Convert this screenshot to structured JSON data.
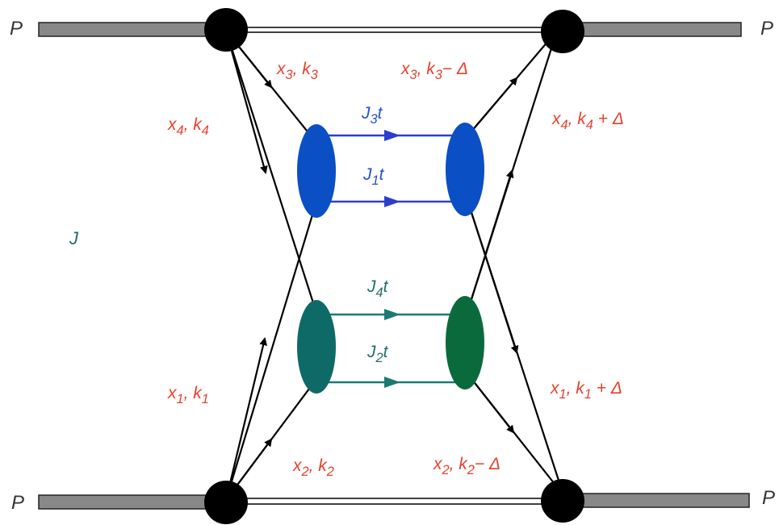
{
  "protons": {
    "top_left": "P",
    "top_right": "P",
    "bottom_left": "P",
    "bottom_right": "P"
  },
  "center_label": "J",
  "parton_labels": {
    "x3k3": {
      "x": "x",
      "xsub": "3",
      "sep": ", ",
      "k": "k",
      "ksub": "3",
      "suffix": ""
    },
    "x4k4": {
      "x": "x",
      "xsub": "4",
      "sep": ", ",
      "k": "k",
      "ksub": "4",
      "suffix": ""
    },
    "x1k1": {
      "x": "x",
      "xsub": "1",
      "sep": ", ",
      "k": "k",
      "ksub": "1",
      "suffix": ""
    },
    "x2k2": {
      "x": "x",
      "xsub": "2",
      "sep": ", ",
      "k": "k",
      "ksub": "2",
      "suffix": ""
    },
    "x3k3d": {
      "x": "x",
      "xsub": "3",
      "sep": ", ",
      "k": "k",
      "ksub": "3",
      "suffix": "− Δ"
    },
    "x4k4d": {
      "x": "x",
      "xsub": "4",
      "sep": ", ",
      "k": "k",
      "ksub": "4",
      "suffix": " + Δ"
    },
    "x1k1d": {
      "x": "x",
      "xsub": "1",
      "sep": ", ",
      "k": "k",
      "ksub": "1",
      "suffix": " + Δ"
    },
    "x2k2d": {
      "x": "x",
      "xsub": "2",
      "sep": ", ",
      "k": "k",
      "ksub": "2",
      "suffix": "− Δ"
    }
  },
  "current_labels": {
    "j3t": {
      "base": "J",
      "sub": "3",
      "tail": "t"
    },
    "j1t": {
      "base": "J",
      "sub": "1",
      "tail": "t"
    },
    "j4t": {
      "base": "J",
      "sub": "4",
      "tail": "t"
    },
    "j2t": {
      "base": "J",
      "sub": "2",
      "tail": "t"
    }
  },
  "colors": {
    "parton_label": "#e8402e",
    "blue_blob": "#0a4fc4",
    "teal_blob": "#0e6a66",
    "green_blob": "#0b6a3c",
    "blue_line": "#2a3fd0",
    "teal_line": "#1a7a72",
    "proton_bar": "#888888",
    "vertex": "#000000"
  }
}
